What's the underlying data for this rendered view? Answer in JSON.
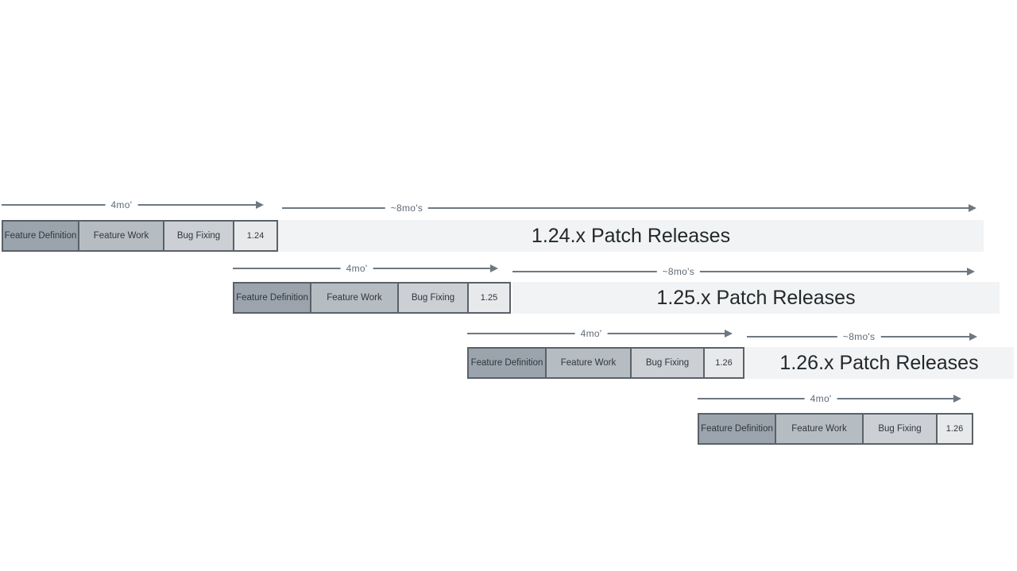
{
  "colors": {
    "background": "#ffffff",
    "border": "#5a6167",
    "fd_fill": "#9ba4ac",
    "fw_fill": "#b5bcc2",
    "bf_fill": "#ccd0d4",
    "ver_fill": "#e7e9eb",
    "band_fill": "#f1f3f4",
    "arrow": "#6e7881",
    "arrow_label_text": "#5f6973",
    "box_text": "#30363c",
    "band_text": "#24282b"
  },
  "cycles": [
    {
      "version": "1.24",
      "phases": [
        "Feature Definition",
        "Feature Work",
        "Bug Fixing"
      ],
      "dev_arrow_label": "4mo'",
      "patch_arrow_label": "~8mo's",
      "patch_band_label": "1.24.x Patch Releases"
    },
    {
      "version": "1.25",
      "phases": [
        "Feature Definition",
        "Feature Work",
        "Bug Fixing"
      ],
      "dev_arrow_label": "4mo'",
      "patch_arrow_label": "~8mo's",
      "patch_band_label": "1.25.x Patch Releases"
    },
    {
      "version": "1.26",
      "phases": [
        "Feature Definition",
        "Feature Work",
        "Bug Fixing"
      ],
      "dev_arrow_label": "4mo'",
      "patch_arrow_label": "~8mo's",
      "patch_band_label": "1.26.x Patch Releases"
    },
    {
      "version": "1.26",
      "phases": [
        "Feature Definition",
        "Feature Work",
        "Bug Fixing"
      ],
      "dev_arrow_label": "4mo'"
    }
  ]
}
